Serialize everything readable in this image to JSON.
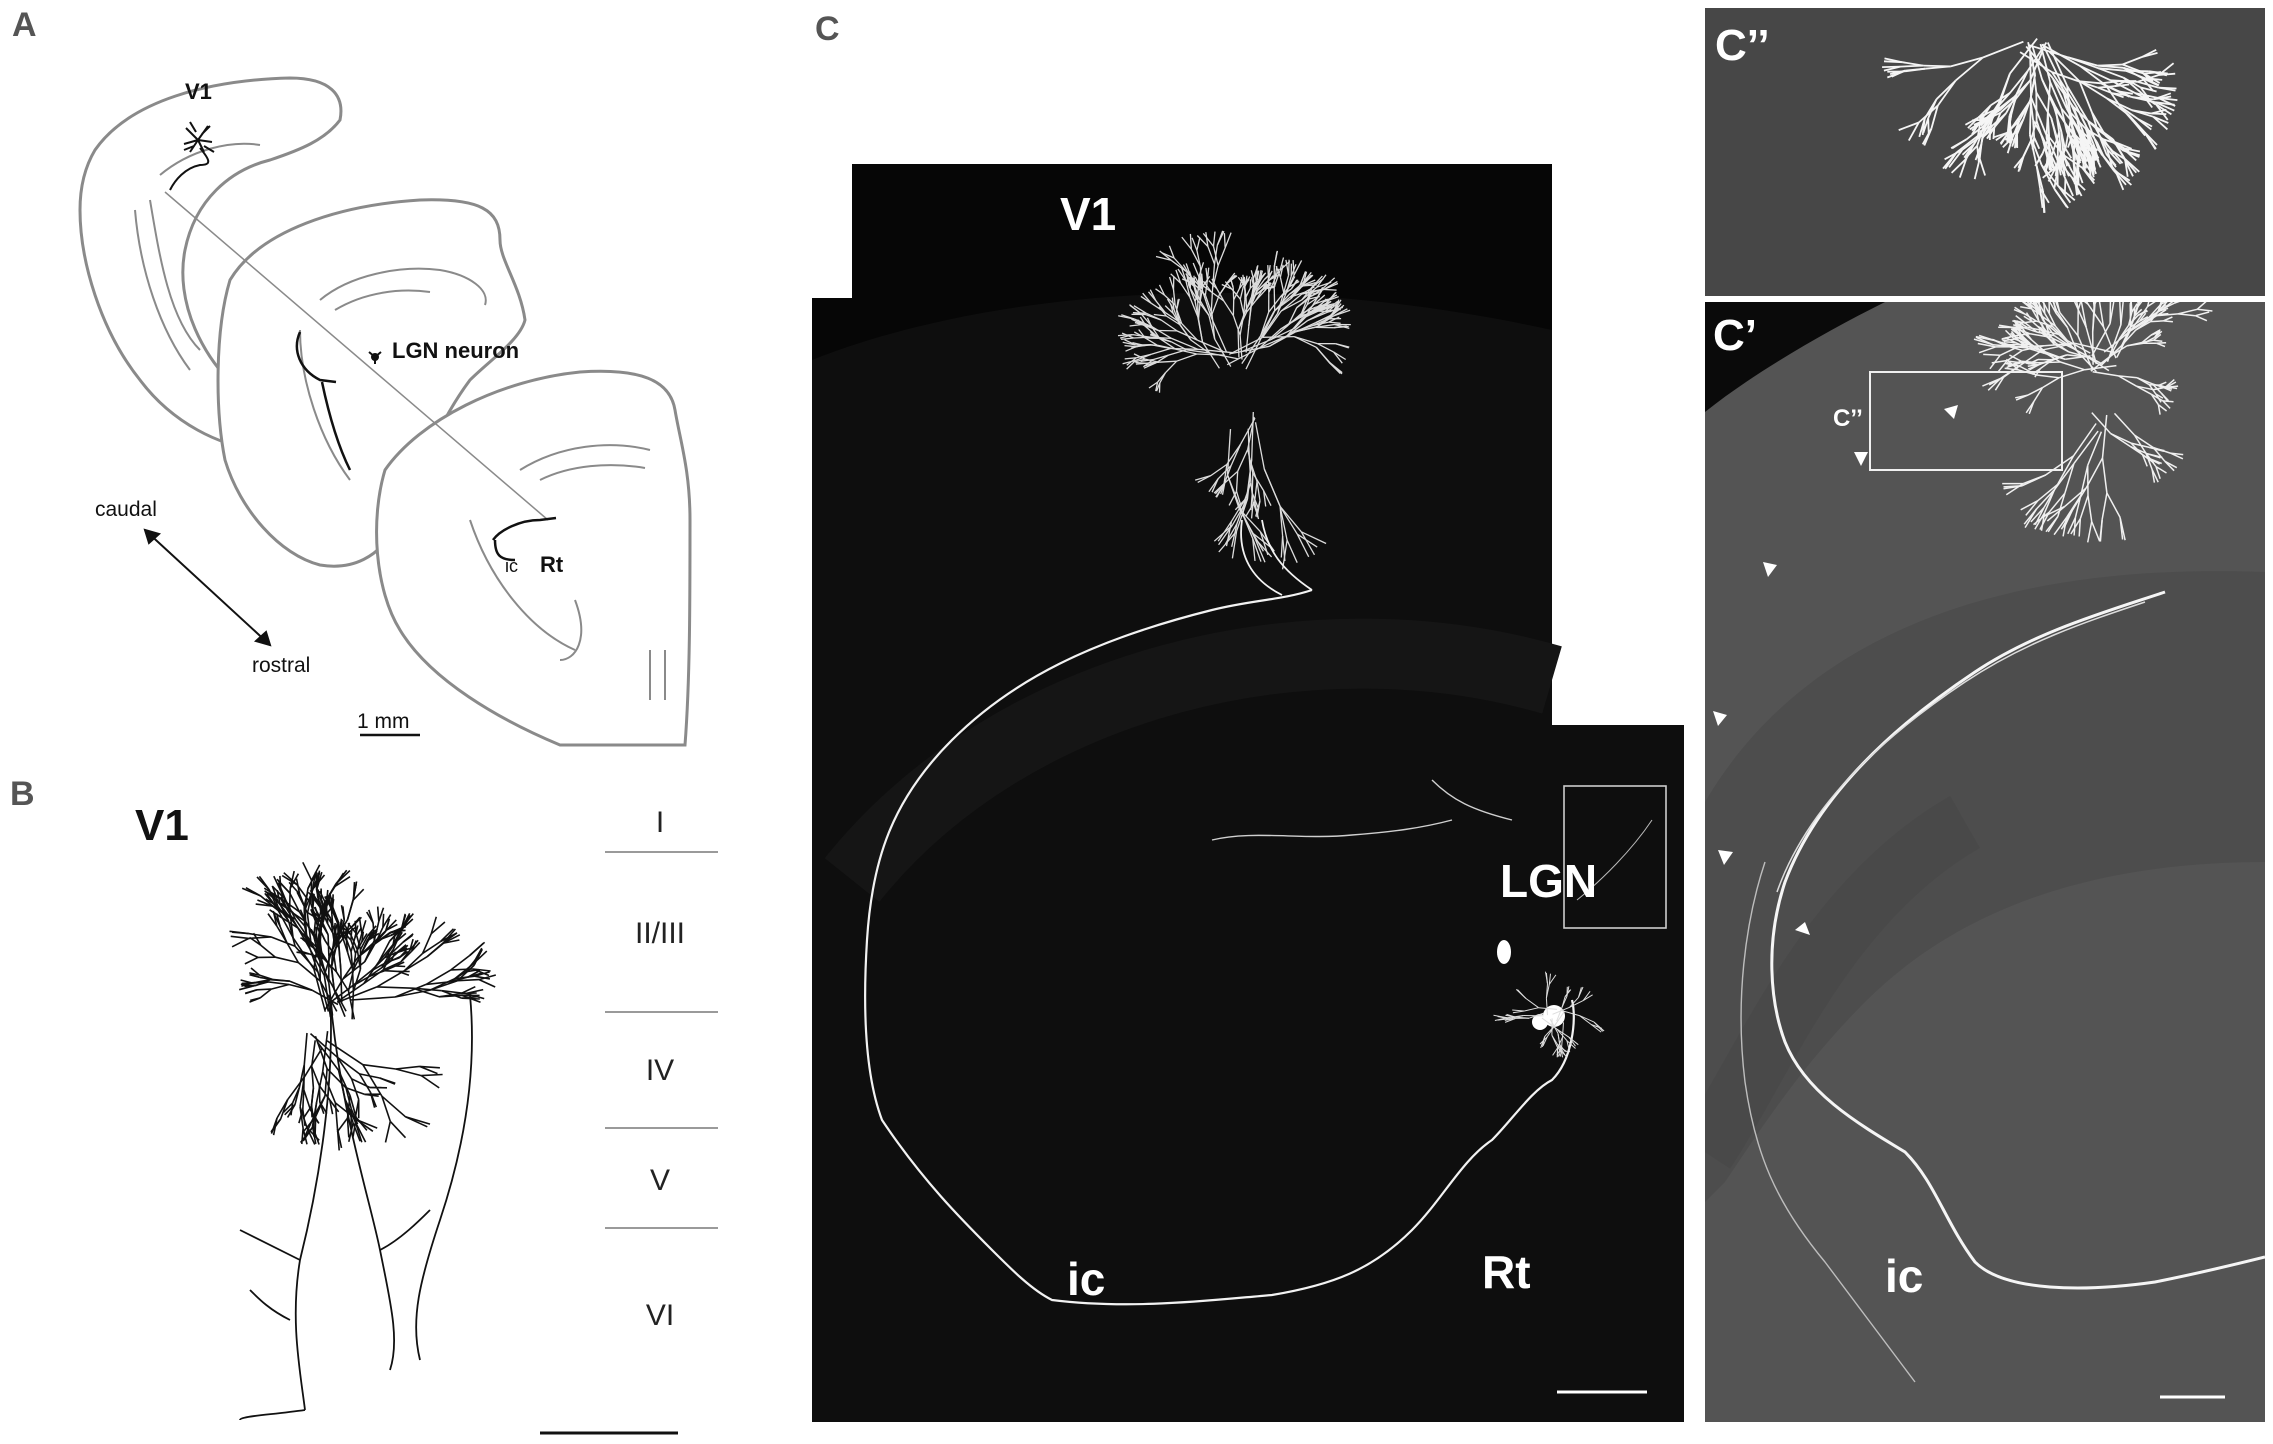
{
  "panels": {
    "A": {
      "letter": "A",
      "labels": {
        "v1": "V1",
        "lgn_neuron": "LGN neuron",
        "ic": "ic",
        "rt": "Rt",
        "caudal": "caudal",
        "rostral": "rostral",
        "scale": "1 mm"
      }
    },
    "B": {
      "letter": "B",
      "title": "V1",
      "layers": [
        "I",
        "II/III",
        "IV",
        "V",
        "VI"
      ]
    },
    "C": {
      "letter": "C",
      "labels": {
        "v1": "V1",
        "lgn": "LGN",
        "ic": "ic",
        "rt": "Rt"
      }
    },
    "C_double_prime": {
      "letter": "C’’"
    },
    "C_prime": {
      "letter": "C’",
      "inset_label": "C’’",
      "ic": "ic"
    }
  },
  "colors": {
    "outline_gray": "#8a8a8a",
    "trace_black": "#111111",
    "micro_dark": "#050505",
    "micro_gray": "#4a4a4a",
    "fiber_white": "#f2f2f2"
  }
}
